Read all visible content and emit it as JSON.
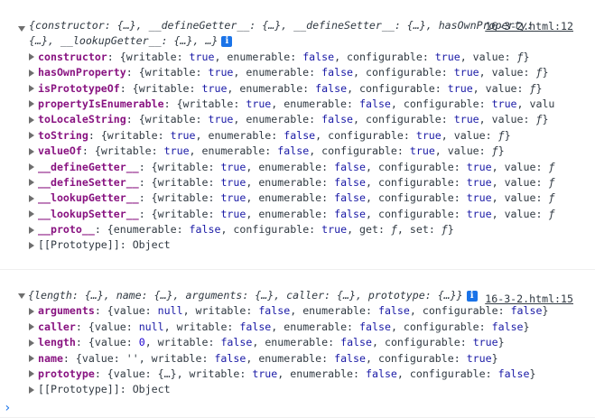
{
  "messages": [
    {
      "source": "16-3-2.html:12",
      "summary_line1": "{constructor: {…}, __defineGetter__: {…}, __defineSetter__: {…}, hasOwnProperty:",
      "summary_line2": "{…}, __lookupGetter__: {…}, …}",
      "info_icon": "i",
      "props": [
        {
          "key": "constructor",
          "rest": "{writable: true, enumerable: false, configurable: true, value: ƒ}"
        },
        {
          "key": "hasOwnProperty",
          "rest": "{writable: true, enumerable: false, configurable: true, value: ƒ}"
        },
        {
          "key": "isPrototypeOf",
          "rest": "{writable: true, enumerable: false, configurable: true, value: ƒ}"
        },
        {
          "key": "propertyIsEnumerable",
          "rest": "{writable: true, enumerable: false, configurable: true, valu"
        },
        {
          "key": "toLocaleString",
          "rest": "{writable: true, enumerable: false, configurable: true, value: ƒ}"
        },
        {
          "key": "toString",
          "rest": "{writable: true, enumerable: false, configurable: true, value: ƒ}"
        },
        {
          "key": "valueOf",
          "rest": "{writable: true, enumerable: false, configurable: true, value: ƒ}"
        },
        {
          "key": "__defineGetter__",
          "rest": "{writable: true, enumerable: false, configurable: true, value: ƒ"
        },
        {
          "key": "__defineSetter__",
          "rest": "{writable: true, enumerable: false, configurable: true, value: ƒ"
        },
        {
          "key": "__lookupGetter__",
          "rest": "{writable: true, enumerable: false, configurable: true, value: ƒ"
        },
        {
          "key": "__lookupSetter__",
          "rest": "{writable: true, enumerable: false, configurable: true, value: ƒ"
        },
        {
          "key": "__proto__",
          "rest": "{enumerable: false, configurable: true, get: ƒ, set: ƒ}"
        }
      ],
      "prototype_label": "[[Prototype]]: Object"
    },
    {
      "source": "16-3-2.html:15",
      "summary_line1": "{length: {…}, name: {…}, arguments: {…}, caller: {…}, prototype: {…}}",
      "info_icon": "i",
      "props": [
        {
          "key": "arguments",
          "rest": "{value: null, writable: false, enumerable: false, configurable: false}"
        },
        {
          "key": "caller",
          "rest": "{value: null, writable: false, enumerable: false, configurable: false}"
        },
        {
          "key": "length",
          "rest": "{value: 0, writable: false, enumerable: false, configurable: true}"
        },
        {
          "key": "name",
          "rest": "{value: '', writable: false, enumerable: false, configurable: true}"
        },
        {
          "key": "prototype",
          "rest": "{value: {…}, writable: true, enumerable: false, configurable: false}"
        }
      ],
      "prototype_label": "[[Prototype]]: Object"
    }
  ],
  "prompt": "›"
}
